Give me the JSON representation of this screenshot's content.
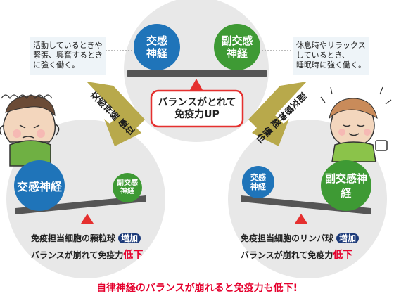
{
  "top": {
    "sympathetic_line1": "交感",
    "sympathetic_line2": "神経",
    "parasympathetic_line1": "副交感",
    "parasympathetic_line2": "神経",
    "callout_line1": "バランスがとれて",
    "callout_line2": "免疫力UP"
  },
  "notes": {
    "left": [
      "活動しているときや",
      "緊張、興奮するとき",
      "に強く働く。"
    ],
    "right": [
      "休息時やリラックス",
      "しているとき、",
      "睡眠時に強く働く。"
    ]
  },
  "arrows": {
    "left": [
      "交",
      "感",
      "神",
      "経",
      "優",
      "位"
    ],
    "right": [
      "副",
      "交",
      "感",
      "神",
      "経",
      "優",
      "位"
    ]
  },
  "left": {
    "big_ball": "交感神経",
    "small_ball_1": "副交感",
    "small_ball_2": "神経",
    "caption1": "免疫担当細胞の顆粒球",
    "badge": "増加",
    "caption2": "バランスが崩れて免疫力",
    "caption2_emph": "低下"
  },
  "right": {
    "small_ball_1": "交感",
    "small_ball_2": "神経",
    "big_ball": "副交感神経",
    "caption1": "免疫担当細胞のリンパ球",
    "badge": "増加",
    "caption2": "バランスが崩れて免疫力",
    "caption2_emph": "低下"
  },
  "footer": "自律神経のバランスが崩れると免疫力も低下!",
  "colors": {
    "sympathetic": "#1f74b9",
    "parasympathetic": "#3e9a34",
    "accent_red": "#e5002d",
    "arrow": "#b8a94b",
    "badge": "#1d3b7a"
  }
}
